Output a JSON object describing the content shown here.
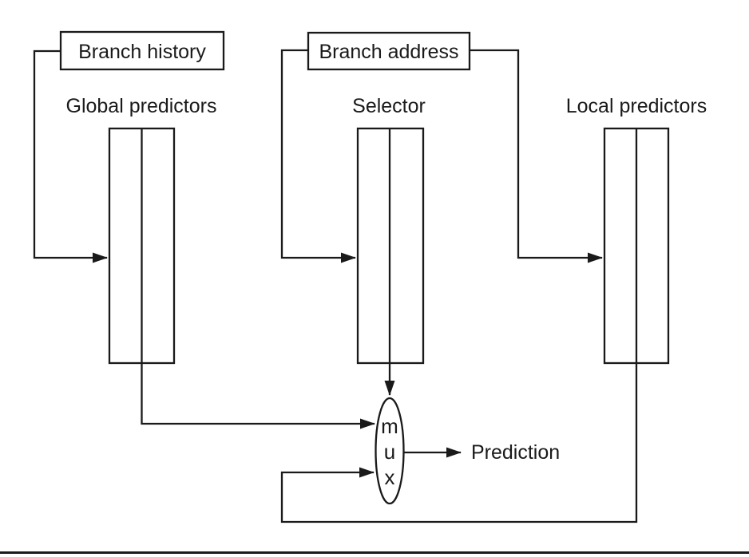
{
  "diagram": {
    "title_hidden": "",
    "boxes": {
      "branch_history": "Branch history",
      "branch_address": "Branch address"
    },
    "labels": {
      "global_predictors": "Global predictors",
      "selector": "Selector",
      "local_predictors": "Local predictors",
      "prediction": "Prediction"
    },
    "mux": {
      "letters": [
        "m",
        "u",
        "x"
      ]
    },
    "colors": {
      "stroke": "#1a1a1a",
      "background": "#ffffff"
    }
  }
}
